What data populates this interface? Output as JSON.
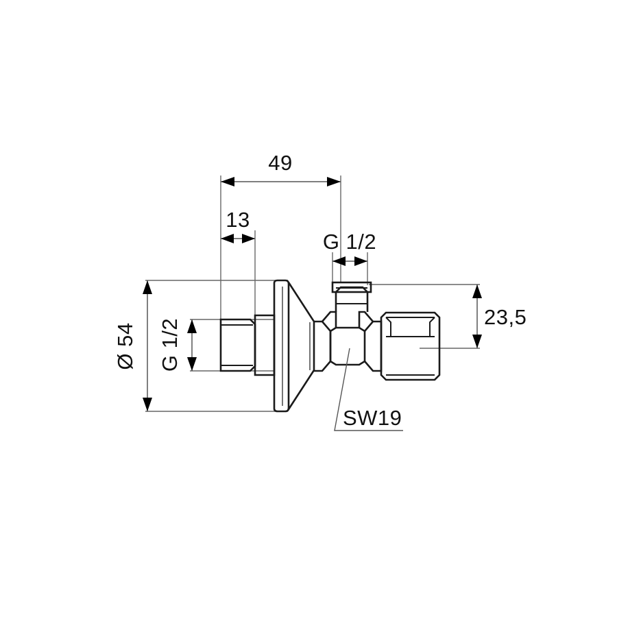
{
  "drawing": {
    "title": "Angle valve technical dimension drawing",
    "units": "mm",
    "background_color": "#ffffff",
    "line_color": "#1a1a1a",
    "dimension_line_color": "#555555",
    "text_color": "#111111"
  },
  "dimensions": {
    "overall_length": {
      "label": "49",
      "orientation": "horizontal",
      "value": 49,
      "unit": "mm"
    },
    "thread_length_left": {
      "label": "13",
      "orientation": "horizontal",
      "value": 13,
      "unit": "mm"
    },
    "top_thread": {
      "label": "G 1/2",
      "orientation": "horizontal",
      "value": "G 1/2",
      "unit": "inch-thread"
    },
    "left_thread": {
      "label": "G 1/2",
      "orientation": "vertical",
      "value": "G 1/2",
      "unit": "inch-thread"
    },
    "flange_diameter": {
      "label": "Ø 54",
      "orientation": "vertical",
      "value": 54,
      "unit": "mm"
    },
    "outlet_height": {
      "label": "23,5",
      "orientation": "vertical",
      "value": 23.5,
      "unit": "mm"
    },
    "wrench_size": {
      "label": "SW19",
      "orientation": "leader",
      "value": 19,
      "unit": "mm"
    }
  }
}
